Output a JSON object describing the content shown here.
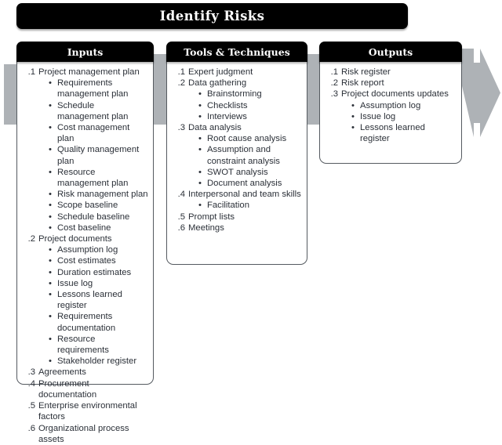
{
  "title": {
    "text": "Identify Risks"
  },
  "colors": {
    "banner_bg": "#000000",
    "banner_text": "#ffffff",
    "connector_gray": "#aeb2b6",
    "body_text": "#2b3038",
    "box_border": "#555a60"
  },
  "columns": [
    {
      "id": "inputs",
      "header": "Inputs",
      "items": [
        {
          "number": ".1",
          "label": "Project management plan",
          "sub": [
            "Requirements management plan",
            "Schedule management plan",
            "Cost management plan",
            "Quality management plan",
            "Resource management plan",
            "Risk management plan",
            "Scope baseline",
            "Schedule baseline",
            "Cost baseline"
          ]
        },
        {
          "number": ".2",
          "label": "Project documents",
          "sub": [
            "Assumption log",
            "Cost estimates",
            "Duration estimates",
            "Issue log",
            "Lessons learned register",
            "Requirements documentation",
            "Resource requirements",
            "Stakeholder register"
          ]
        },
        {
          "number": ".3",
          "label": "Agreements",
          "sub": []
        },
        {
          "number": ".4",
          "label": "Procurement documentation",
          "sub": []
        },
        {
          "number": ".5",
          "label": "Enterprise environmental factors",
          "sub": []
        },
        {
          "number": ".6",
          "label": "Organizational process assets",
          "sub": []
        }
      ]
    },
    {
      "id": "tools",
      "header": "Tools & Techniques",
      "items": [
        {
          "number": ".1",
          "label": "Expert judgment",
          "sub": []
        },
        {
          "number": ".2",
          "label": "Data gathering",
          "sub": [
            "Brainstorming",
            "Checklists",
            "Interviews"
          ]
        },
        {
          "number": ".3",
          "label": "Data analysis",
          "sub": [
            "Root cause analysis",
            "Assumption and constraint analysis",
            "SWOT analysis",
            "Document analysis"
          ]
        },
        {
          "number": ".4",
          "label": "Interpersonal and team skills",
          "sub": [
            "Facilitation"
          ]
        },
        {
          "number": ".5",
          "label": "Prompt lists",
          "sub": []
        },
        {
          "number": ".6",
          "label": "Meetings",
          "sub": []
        }
      ]
    },
    {
      "id": "outputs",
      "header": "Outputs",
      "items": [
        {
          "number": ".1",
          "label": "Risk register",
          "sub": []
        },
        {
          "number": ".2",
          "label": "Risk report",
          "sub": []
        },
        {
          "number": ".3",
          "label": "Project documents updates",
          "sub": [
            "Assumption log",
            "Issue log",
            "Lessons learned register"
          ]
        }
      ]
    }
  ],
  "bullet_glyph": "•"
}
